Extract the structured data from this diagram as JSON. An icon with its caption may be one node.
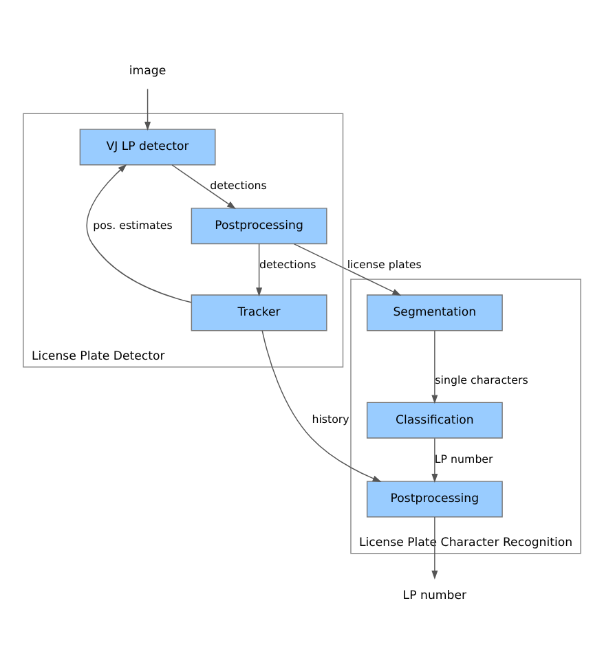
{
  "diagram": {
    "nodes": [
      {
        "text": [
          "image"
        ]
      },
      {
        "text": [
          "License Plate Detector"
        ]
      },
      {
        "text": [
          "VJ LP detector"
        ],
        "in": 1
      },
      {
        "text": [
          "Tracker"
        ],
        "in": 1
      },
      {
        "text": [
          "Postprocessing"
        ],
        "in": 1
      },
      {
        "text": [
          "License Plate Character Recognition"
        ]
      },
      {
        "text": [
          "Segmentation"
        ],
        "in": 5
      },
      {
        "text": [
          "Classification"
        ],
        "in": 5
      },
      {
        "text": [
          "Postprocessing"
        ],
        "in": 5
      },
      {
        "text": [
          "LP number"
        ]
      }
    ],
    "edges": [
      {
        "from": 0,
        "to": 2,
        "arrow": "to"
      },
      {
        "from": 3,
        "to": 2,
        "arrow": "to",
        "label": "pos. estimates"
      },
      {
        "from": 2,
        "to": 4,
        "arrow": "to",
        "label": "detections"
      },
      {
        "from": 4,
        "to": 3,
        "arrow": "to",
        "label": "detections"
      },
      {
        "from": 4,
        "to": 6,
        "arrow": "to",
        "label": "license plates"
      },
      {
        "from": 6,
        "to": 7,
        "arrow": "to",
        "label": "single characters"
      },
      {
        "from": 7,
        "to": 8,
        "arrow": "to",
        "label": "LP number"
      },
      {
        "from": 3,
        "to": 8,
        "arrow": "to",
        "label": "history"
      },
      {
        "from": 8,
        "to": 9,
        "arrow": "to"
      }
    ]
  }
}
